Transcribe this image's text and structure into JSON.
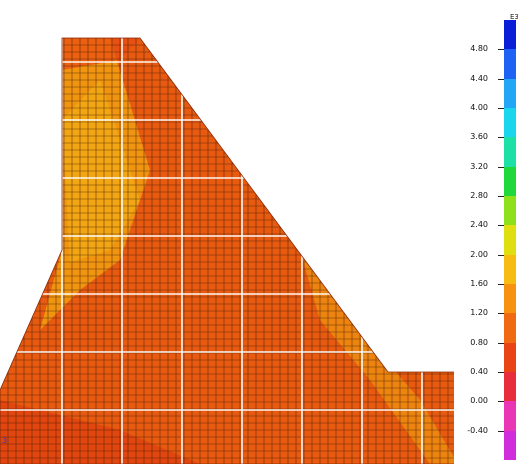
{
  "legend": {
    "unit": "E3",
    "labels": [
      "4.80",
      "4.40",
      "4.00",
      "3.60",
      "3.20",
      "2.80",
      "2.40",
      "2.00",
      "1.60",
      "1.20",
      "0.80",
      "0.40",
      "0.00",
      "-0.40"
    ],
    "colors": [
      "#0a1ed8",
      "#1d62f2",
      "#23a6f6",
      "#1ad6ec",
      "#1ee0a6",
      "#20d83c",
      "#8ee01a",
      "#dede10",
      "#f6bc12",
      "#f69210",
      "#f06a12",
      "#e84416",
      "#e82e3c",
      "#e836b4",
      "#d02edc"
    ]
  },
  "triad": {
    "label": "3"
  },
  "colors": {
    "mesh_base": "#e85a10",
    "mesh_warm": "#f2a010",
    "mesh_hot": "#e04410",
    "grid_line": "#3a1a08",
    "guide_line": "#ffffff"
  }
}
